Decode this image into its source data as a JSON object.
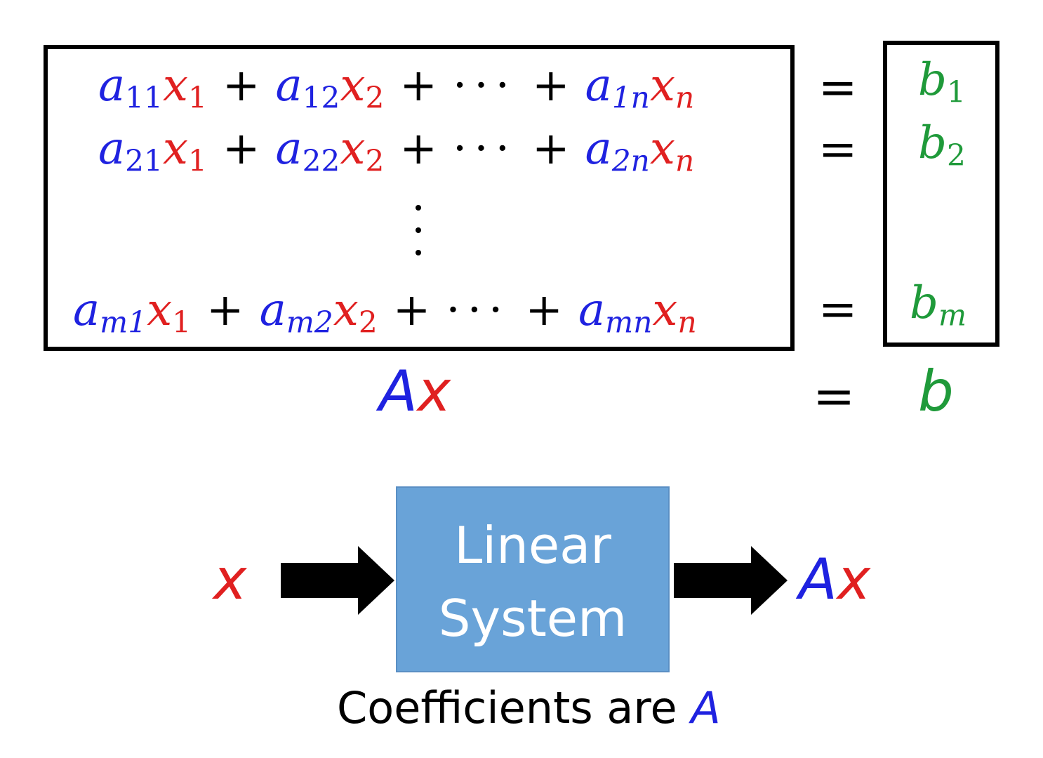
{
  "equations": {
    "row1": {
      "t1": {
        "a": "a",
        "a_sub": "11",
        "x": "x",
        "x_sub": "1"
      },
      "t2": {
        "a": "a",
        "a_sub": "12",
        "x": "x",
        "x_sub": "2"
      },
      "tn": {
        "a": "a",
        "a_sub": "1n",
        "x": "x",
        "x_sub": "n"
      },
      "plus": "+",
      "dots": "···",
      "eq": "=",
      "b": "b",
      "b_sub": "1"
    },
    "row2": {
      "t1": {
        "a": "a",
        "a_sub": "21",
        "x": "x",
        "x_sub": "1"
      },
      "t2": {
        "a": "a",
        "a_sub": "22",
        "x": "x",
        "x_sub": "2"
      },
      "tn": {
        "a": "a",
        "a_sub": "2n",
        "x": "x",
        "x_sub": "n"
      },
      "plus": "+",
      "dots": "···",
      "eq": "=",
      "b": "b",
      "b_sub": "2"
    },
    "rowm": {
      "t1": {
        "a": "a",
        "a_sub": "m1",
        "x": "x",
        "x_sub": "1"
      },
      "t2": {
        "a": "a",
        "a_sub": "m2",
        "x": "x",
        "x_sub": "2"
      },
      "tn": {
        "a": "a",
        "a_sub": "mn",
        "x": "x",
        "x_sub": "n"
      },
      "plus": "+",
      "dots": "···",
      "eq": "=",
      "b": "b",
      "b_sub": "m"
    }
  },
  "matrix_form": {
    "A": "A",
    "x": "x",
    "eq": "=",
    "b": "b"
  },
  "block_diagram": {
    "input": "x",
    "box_line1": "Linear",
    "box_line2": "System",
    "output_A": "A",
    "output_x": "x",
    "caption_text": "Coefficients are",
    "caption_A": "A"
  },
  "colors": {
    "coefficient": "#1f22e0",
    "variable": "#e02020",
    "rhs": "#1f9a3a",
    "box": "#69a3d8"
  }
}
